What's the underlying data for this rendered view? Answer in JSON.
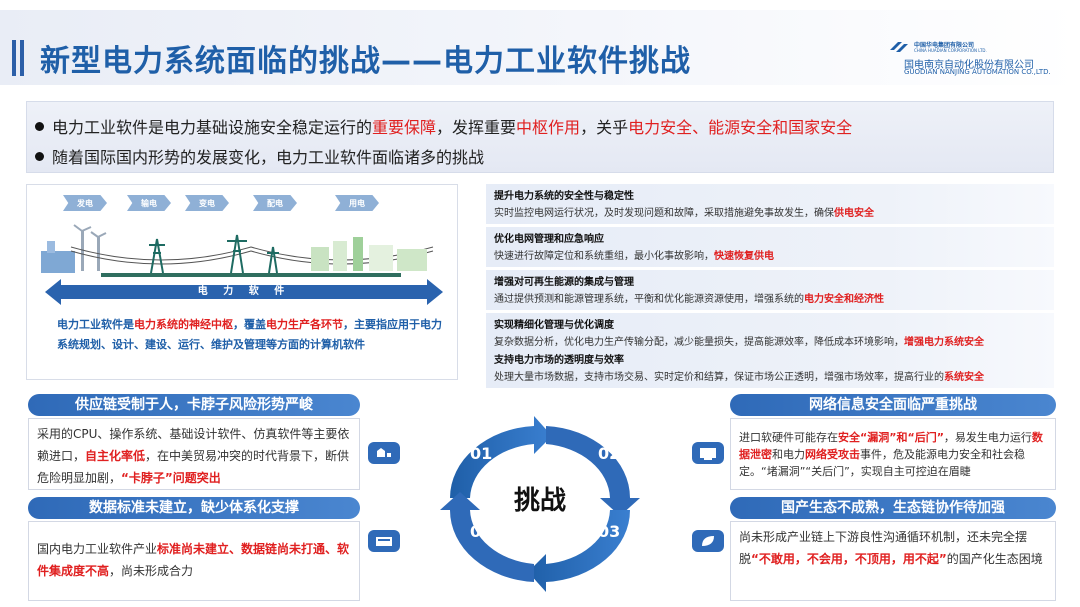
{
  "header": {
    "title": "新型电力系统面临的挑战——电力工业软件挑战",
    "logo": {
      "group_cn": "中国华电集团有限公司",
      "group_en": "CHINA HUADIAN CORPORATION LTD.",
      "company_cn": "国电南京自动化股份有限公司",
      "company_en": "GUODIAN NANJING AUTOMATION CO.,LTD."
    }
  },
  "intro": {
    "line1": {
      "p1": "电力工业软件是电力基础设施安全稳定运行的",
      "h1": "重要保障",
      "p2": "，发挥重要",
      "h2": "中枢作用",
      "p3": "，关乎",
      "h3": "电力安全、能源安全和国家安全"
    },
    "line2": "随着国际国内形势的发展变化，电力工业软件面临诸多的挑战"
  },
  "left_panel": {
    "stages": [
      "发电",
      "输电",
      "变电",
      "配电",
      "用电"
    ],
    "arrow_label": "电 力 软 件",
    "desc": {
      "p1": "电力工业软件是",
      "h1": "电力系统的神经中枢",
      "p2": "，覆盖",
      "h2": "电力生产各环节",
      "p3": "，主要指应用于电力系统规划、设计、建设、运行、维护及管理等方面的计算机软件"
    }
  },
  "right_items": [
    {
      "title": "提升电力系统的安全性与稳定性",
      "desc": "实时监控电网运行状况，及时发现问题和故障，采取措施避免事故发生，确保",
      "highlight": "供电安全"
    },
    {
      "title": "优化电网管理和应急响应",
      "desc": "快速进行故障定位和系统重组，最小化事故影响，",
      "highlight": "快速恢复供电"
    },
    {
      "title": "增强对可再生能源的集成与管理",
      "desc": "通过提供预测和能源管理系统，平衡和优化能源资源使用，增强系统的",
      "highlight": "电力安全和经济性"
    },
    {
      "title": "实现精细化管理与优化调度",
      "desc": "复杂数据分析，优化电力生产传输分配，减少能量损失，提高能源效率，降低成本环境影响，",
      "highlight": "增强电力系统安全"
    },
    {
      "title": "支持电力市场的透明度与效率",
      "desc": "处理大量市场数据，支持市场交易、实时定价和结算，保证市场公正透明，增强市场效率，提高行业的",
      "highlight": "系统安全"
    }
  ],
  "challenges": {
    "supply": {
      "title": "供应链受制于人，卡脖子风险形势严峻",
      "p1": "采用的CPU、操作系统、基础设计软件、仿真软件等主要依赖进口，",
      "h1": "自主化率低",
      "p2": "，在中美贸易冲突的时代背景下，断供危险明显加剧，",
      "h2": "“卡脖子”问题突出"
    },
    "standards": {
      "title": "数据标准未建立，缺少体系化支撑",
      "p1": "国内电力工业软件产业",
      "h1": "标准尚未建立、数据链尚未打通、软件集成度不高",
      "p2": "，尚未形成合力"
    },
    "network": {
      "title": "网络信息安全面临严重挑战",
      "p1": "进口软硬件可能存在",
      "h1": "安全“漏洞”和“后门”",
      "p2": "，易发生电力运行",
      "h2": "数据泄密",
      "p3": "和电力",
      "h3": "网络受攻击",
      "p4": "事件，危及能源电力安全和社会稳定。“堵漏洞”“关后门”，实现自主可控迫在眉睫"
    },
    "ecosystem": {
      "title": "国产生态不成熟，生态链协作待加强",
      "p1": "尚未形成产业链上下游良性沟通循环机制，还未完全摆脱",
      "h1": "“不敢用，不会用，不顶用，用不起”",
      "p2": "的国产化生态困境"
    }
  },
  "cycle": {
    "center": "挑战",
    "nums": [
      "01",
      "02",
      "03",
      "04"
    ]
  },
  "colors": {
    "primary": "#1f5fa8",
    "accent_red": "#e02020",
    "header_blue": "#2f6ab8"
  }
}
